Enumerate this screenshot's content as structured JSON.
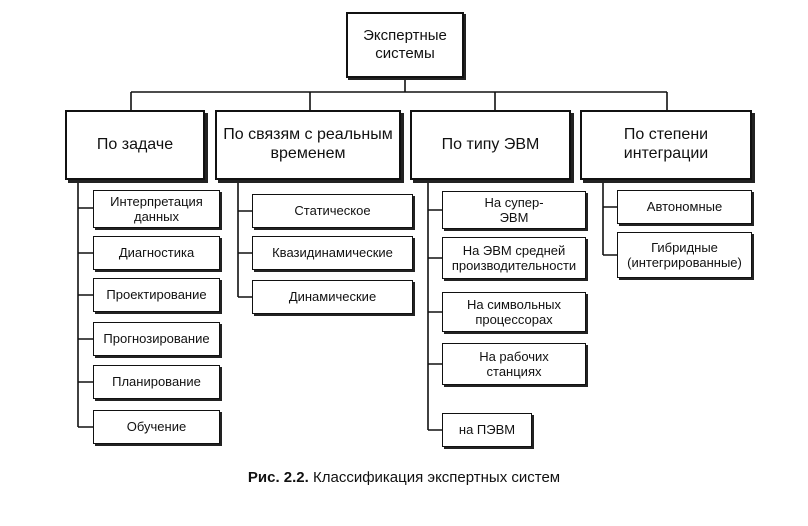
{
  "diagram": {
    "root": "Экспертные системы",
    "branches": [
      {
        "title": "По задаче",
        "items": [
          "Интерпретация данных",
          "Диагностика",
          "Проектирование",
          "Прогнозирование",
          "Планирование",
          "Обучение"
        ]
      },
      {
        "title": "По связям с реальным временем",
        "items": [
          "Статическое",
          "Квазидинамические",
          "Динамические"
        ]
      },
      {
        "title": "По типу ЭВМ",
        "items": [
          "На супер-ЭВМ",
          "На ЭВМ средней производительности",
          "На символьных процессорах",
          "На рабочих станциях",
          "на ПЭВМ"
        ]
      },
      {
        "title": "По степени интеграции",
        "items": [
          "Автономные",
          "Гибридные (интегрированные)"
        ]
      }
    ]
  },
  "caption": {
    "label": "Рис. 2.2.",
    "text": "Классификация экспертных систем"
  }
}
